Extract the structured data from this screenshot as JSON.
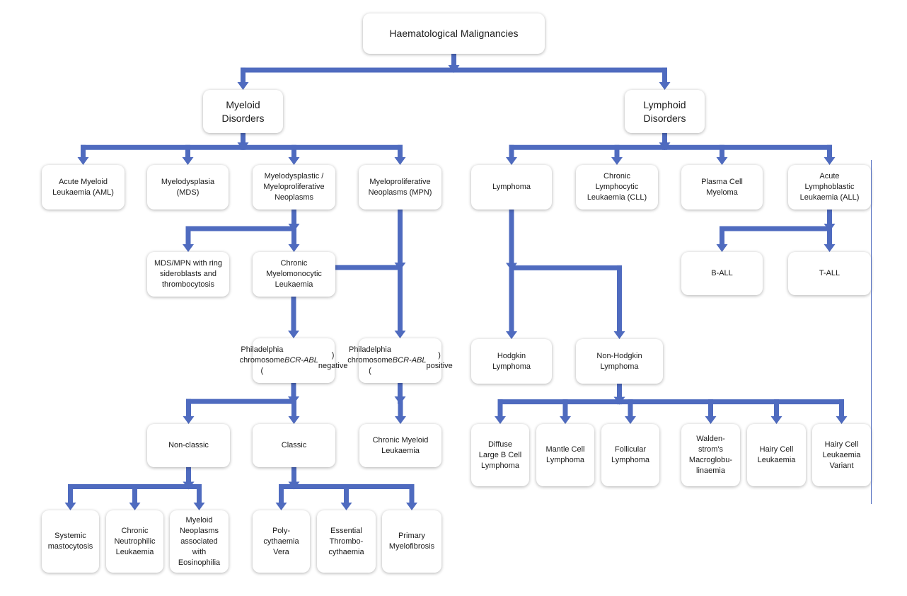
{
  "nodes": {
    "root": "Haematological Malignancies",
    "myeloid": "Myeloid\nDisorders",
    "lymphoid": "Lymphoid\nDisorders",
    "aml": "Acute Myeloid\nLeukaemia (AML)",
    "mds": "Myelodysplasia\n(MDS)",
    "mds_mpn": "Myelodysplastic /\nMyeloproliferative\nNeoplasms",
    "mpn": "Myeloproliferative\nNeoplasms (MPN)",
    "mds_mpn_rs": "MDS/MPN with ring\nsideroblasts and\nthrombocytosis",
    "cmml": "Chronic\nMyelomonocytic\nLeukaemia",
    "ph_neg": "Philadelphia\nchromosome (BCR-\nABL) negative",
    "ph_pos": "Philadelphia\nchromosome (BCR-\nABL) positive",
    "non_classic": "Non-classic",
    "classic": "Classic",
    "cml": "Chronic Myeloid\nLeukaemia",
    "systemic_mast": "Systemic\nmastocytosis",
    "cnl": "Chronic\nNeutrophilic\nLeukaemia",
    "eosino": "Myeloid\nNeoplasms\nassociated\nwith\nEosinophilia",
    "pv": "Poly-\ncythaemia\nVera",
    "et": "Essential\nThrombo-\ncythaemia",
    "pmf": "Primary\nMyelofibrosis",
    "lymphoma": "Lymphoma",
    "cll": "Chronic\nLymphocytic\nLeukaemia (CLL)",
    "plasma": "Plasma Cell\nMyeloma",
    "all": "Acute\nLymphoblastic\nLeukaemia (ALL)",
    "b_all": "B-ALL",
    "t_all": "T-ALL",
    "hodgkin": "Hodgkin\nLymphoma",
    "non_hodgkin": "Non-Hodgkin\nLymphoma",
    "dlbcl": "Diffuse\nLarge B Cell\nLymphoma",
    "mantle": "Mantle Cell\nLymphoma",
    "follicular": "Follicular\nLymphoma",
    "waldenstrom": "Walden-\nstrom's\nMacroglobu-\nlinaemia",
    "hcl": "Hairy Cell\nLeukaemia",
    "hcl_v": "Hairy Cell\nLeukaemia\nVariant"
  },
  "edges": [
    [
      "root",
      [
        "myeloid",
        "lymphoid"
      ]
    ],
    [
      "myeloid",
      [
        "aml",
        "mds",
        "mds_mpn",
        "mpn"
      ]
    ],
    [
      "mds_mpn",
      [
        "mds_mpn_rs",
        "cmml"
      ]
    ],
    [
      "mpn",
      [
        "ph_neg",
        "ph_pos"
      ]
    ],
    [
      "ph_neg",
      [
        "non_classic",
        "classic"
      ]
    ],
    [
      "ph_pos",
      [
        "cml"
      ]
    ],
    [
      "non_classic",
      [
        "systemic_mast",
        "cnl",
        "eosino"
      ]
    ],
    [
      "classic",
      [
        "pv",
        "et",
        "pmf"
      ]
    ],
    [
      "lymphoid",
      [
        "lymphoma",
        "cll",
        "plasma",
        "all"
      ]
    ],
    [
      "all",
      [
        "b_all",
        "t_all"
      ]
    ],
    [
      "lymphoma",
      [
        "hodgkin",
        "non_hodgkin"
      ]
    ],
    [
      "non_hodgkin",
      [
        "dlbcl",
        "mantle",
        "follicular",
        "waldenstrom",
        "hcl",
        "hcl_v"
      ]
    ]
  ],
  "colors": {
    "connector": "#4f6bbf",
    "node_bg": "#ffffff"
  }
}
